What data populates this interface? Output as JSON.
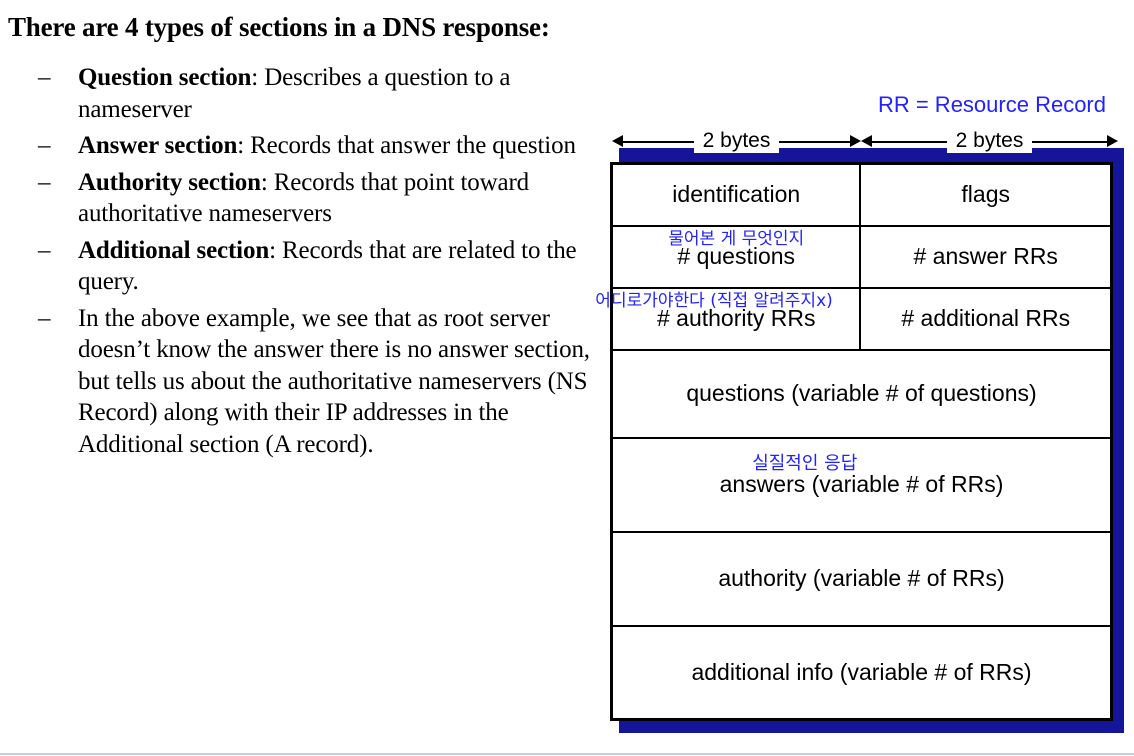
{
  "slide": {
    "title": "There are 4 types of sections in a DNS response:",
    "bullets": [
      {
        "marker": "–",
        "bold": "Question section",
        "rest": ": Describes a question to a nameserver"
      },
      {
        "marker": "–",
        "bold": "Answer section",
        "rest": ": Records that answer the question"
      },
      {
        "marker": "–",
        "bold": "Authority section",
        "rest": ": Records that point toward authoritative nameservers"
      },
      {
        "marker": "–",
        "bold": "Additional section",
        "rest": ": Records that are related to the query."
      },
      {
        "marker": "–",
        "bold": "",
        "rest": "In the above example, we see that as root server doesn’t know the answer there is no answer section, but tells us about the authoritative nameservers (NS Record) along with their IP addresses in the Additional section (A record)."
      }
    ]
  },
  "diagram": {
    "legend": "RR = Resource Record",
    "legend_color": "#2222ff",
    "width_labels": [
      "2 bytes",
      "2 bytes"
    ],
    "shadow_color": "#151599",
    "rows": [
      {
        "left": "identification",
        "right": "flags",
        "left_note": "",
        "right_note": ""
      },
      {
        "left": "# questions",
        "right": "# answer RRs",
        "left_note": "물어본 게 무엇인지",
        "right_note": ""
      },
      {
        "left": "# authority RRs",
        "right": "# additional RRs",
        "left_note": "어디로가야한다 (직접 알려주지x)",
        "right_note": ""
      }
    ],
    "full_rows": [
      {
        "text": "questions (variable # of questions)",
        "note": ""
      },
      {
        "text": "answers (variable # of RRs)",
        "note": "실질적인 응답"
      },
      {
        "text": "authority (variable # of RRs)",
        "note": ""
      },
      {
        "text": "additional info (variable # of RRs)",
        "note": ""
      }
    ]
  }
}
